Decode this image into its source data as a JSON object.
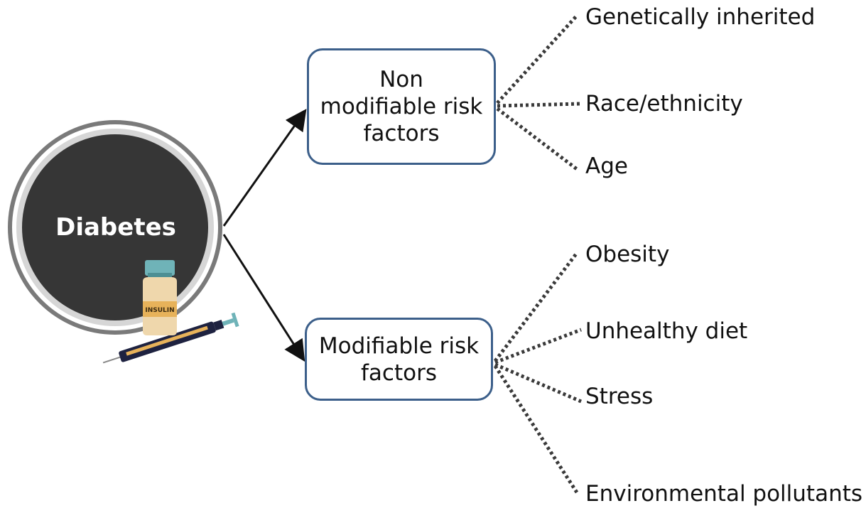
{
  "center": {
    "label": "Diabetes"
  },
  "illustration": {
    "vial_label": "INSULIN",
    "icon": "insulin-syringe-icon"
  },
  "groups": [
    {
      "label": "Non\nmodifiable risk\nfactors",
      "factors": [
        "Genetically inherited",
        "Race/ethnicity",
        "Age"
      ]
    },
    {
      "label": "Modifiable risk\nfactors",
      "factors": [
        "Obesity",
        "Unhealthy diet",
        "Stress",
        "Environmental pollutants"
      ]
    }
  ],
  "colors": {
    "circle_fill": "#363636",
    "circle_ring": "#7a7a7a",
    "box_border": "#3c5f8a",
    "connector": "#3a3a3a"
  }
}
